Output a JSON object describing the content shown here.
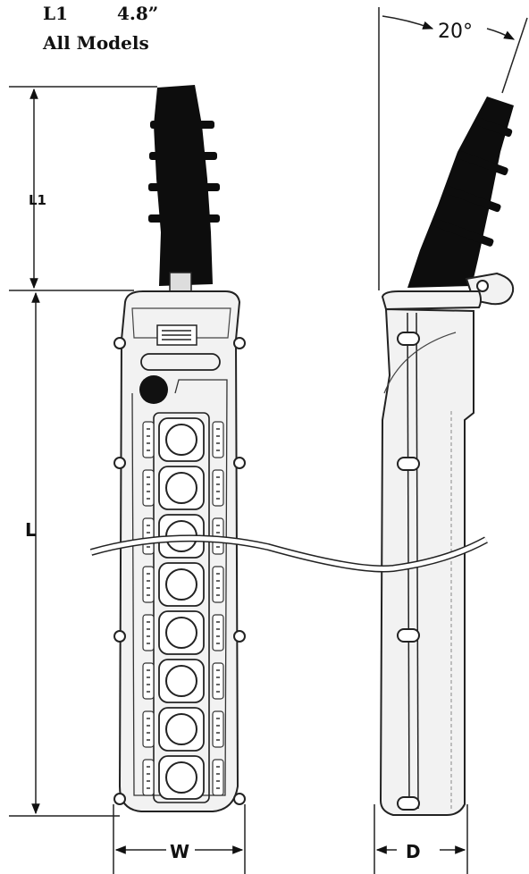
{
  "spec": {
    "l1_label": "L1",
    "l1_value": "4.8”",
    "models_label": "All Models"
  },
  "dimensions": {
    "l1": "L1",
    "l": "L",
    "w": "W",
    "d": "D",
    "angle": "20°"
  },
  "colors": {
    "ink": "#111111",
    "line": "#222222",
    "paper": "#ffffff",
    "body_fill": "#f2f2f2",
    "boot": "#0d0d0d"
  }
}
